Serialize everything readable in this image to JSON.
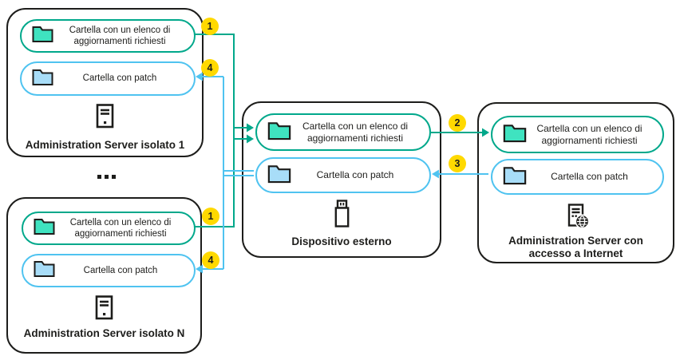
{
  "diagram": {
    "nodes": {
      "server1": {
        "label": "Administration Server isolato 1",
        "icon": "server-icon",
        "folders": {
          "updates": "Cartella con un elenco di aggiornamenti richiesti",
          "patch": "Cartella con patch"
        }
      },
      "serverN": {
        "label": "Administration Server isolato N",
        "icon": "server-icon",
        "folders": {
          "updates": "Cartella con un elenco di aggiornamenti richiesti",
          "patch": "Cartella con patch"
        }
      },
      "external": {
        "label": "Dispositivo esterno",
        "icon": "usb-drive-icon",
        "folders": {
          "updates": "Cartella con un elenco di aggiornamenti richiesti",
          "patch": "Cartella con patch"
        }
      },
      "internet": {
        "label": "Administration Server con accesso a Internet",
        "icon": "server-internet-icon",
        "folders": {
          "updates": "Cartella con un elenco di aggiornamenti richiesti",
          "patch": "Cartella con patch"
        }
      }
    },
    "badges": {
      "step1": "1",
      "step2": "2",
      "step3": "3",
      "step4": "4"
    },
    "colors": {
      "updates_accent": "#00a88b",
      "updates_folder_fill": "#3fe3c0",
      "patch_accent": "#4fc3f0",
      "patch_folder_fill": "#a8ddf8",
      "badge_background": "#ffd900",
      "outline": "#1d1d1b"
    }
  }
}
